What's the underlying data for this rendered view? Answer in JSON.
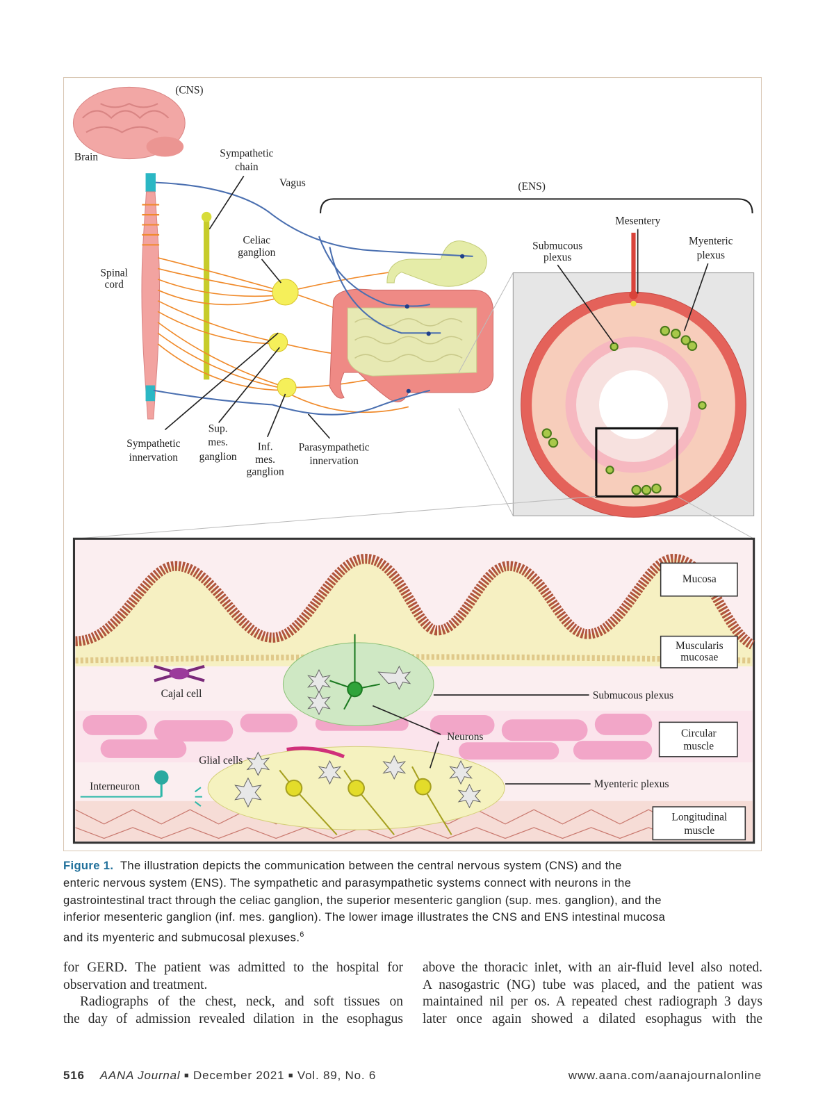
{
  "figure": {
    "labels": {
      "cns": "(CNS)",
      "brain": "Brain",
      "sympathetic_chain": [
        "Sympathetic",
        "chain"
      ],
      "vagus": "Vagus",
      "ens": "(ENS)",
      "mesentery": "Mesentery",
      "submucous_plexus_top": [
        "Submucous",
        "plexus"
      ],
      "myenteric_plexus_top": [
        "Myenteric",
        "plexus"
      ],
      "celiac_ganglion": [
        "Celiac",
        "ganglion"
      ],
      "spinal_cord": [
        "Spinal",
        "cord"
      ],
      "sympathetic_innervation": [
        "Sympathetic",
        "innervation"
      ],
      "sup_mes_ganglion": [
        "Sup.",
        "mes.",
        "ganglion"
      ],
      "inf_mes_ganglion": [
        "Inf.",
        "mes.",
        "ganglion"
      ],
      "parasympathetic_innervation": [
        "Parasympathetic",
        "innervation"
      ],
      "mucosa": "Mucosa",
      "muscularis_mucosae": [
        "Muscularis",
        "mucosae"
      ],
      "cajal_cell": "Cajal cell",
      "submucous_plexus": "Submucous plexus",
      "neurons": "Neurons",
      "circular_muscle": [
        "Circular",
        "muscle"
      ],
      "glial_cells": "Glial cells",
      "interneuron": "Interneuron",
      "myenteric_plexus": "Myenteric plexus",
      "longitudinal_muscle": [
        "Longitudinal",
        "muscle"
      ]
    }
  },
  "caption": {
    "figure_number": "Figure 1.",
    "lines": [
      "The illustration depicts the communication between the central nervous system (CNS) and the",
      "enteric nervous system (ENS). The sympathetic and parasympathetic systems connect with neurons in the",
      "gastrointestinal tract through the celiac ganglion, the superior mesenteric ganglion (sup. mes. ganglion), and the",
      "inferior mesenteric ganglion (inf. mes. ganglion). The lower image illustrates the CNS and ENS intestinal mucosa",
      "and its myenteric and submucosal plexuses."
    ],
    "reference": "6"
  },
  "body": {
    "left_column": [
      "for GERD. The patient was admitted to the hospital for",
      "observation and treatment.",
      "Radiographs of the chest, neck, and soft tissues on",
      "the day of admission revealed dilation in the esophagus"
    ],
    "right_column": [
      "above the thoracic inlet, with an air-fluid level also noted.",
      "A nasogastric (NG) tube was placed, and the patient was",
      "maintained nil per os. A repeated chest radiograph 3 days",
      "later once again showed a dilated esophagus with the"
    ]
  },
  "footer": {
    "page_number": "516",
    "journal": "AANA Journal",
    "issue_date": "December 2021",
    "volume": "Vol. 89, No. 6",
    "separator": "■",
    "url": "www.aana.com/aanajournalonline"
  }
}
